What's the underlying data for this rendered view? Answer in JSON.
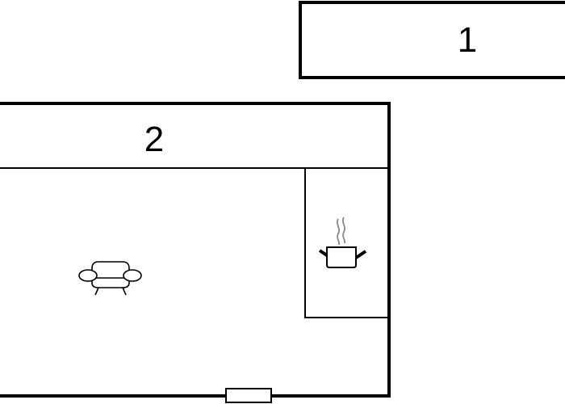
{
  "diagram": {
    "type": "floor-plan",
    "rooms": [
      {
        "id": "room-1",
        "label": "1"
      },
      {
        "id": "room-2",
        "label": "2"
      }
    ],
    "fixtures": [
      {
        "name": "sofa",
        "icon": "sofa-icon",
        "room": "2"
      },
      {
        "name": "cooking-pot",
        "icon": "cooking-pot-icon",
        "room": "2",
        "zone": "kitchen-alcove"
      },
      {
        "name": "door-opening",
        "icon": "door-icon",
        "room": "2",
        "wall": "bottom"
      }
    ],
    "colors": {
      "line": "#000000",
      "background": "#ffffff",
      "steam": "#888888"
    }
  }
}
